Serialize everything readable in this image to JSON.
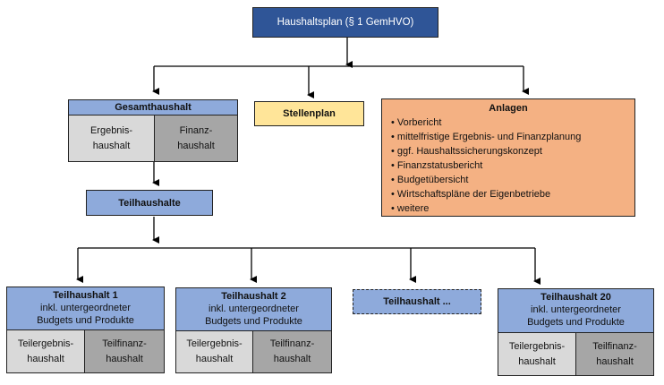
{
  "root": {
    "label": "Haushaltsplan (§ 1 GemHVO)"
  },
  "gesamthaushalt": {
    "title": "Gesamthaushalt",
    "left": "Ergebnis-\nhaushalt",
    "right": "Finanz-\nhaushalt"
  },
  "stellenplan": {
    "label": "Stellenplan"
  },
  "anlagen": {
    "title": "Anlagen",
    "items": [
      "Vorbericht",
      "mittelfristige Ergebnis- und Finanzplanung",
      "ggf. Haushaltssicherungskonzept",
      "Finanzstatusbericht",
      "Budgetübersicht",
      "Wirtschaftspläne der Eigenbetriebe",
      "weitere"
    ]
  },
  "teilhaushalte": {
    "label": "Teilhaushalte"
  },
  "teil": [
    {
      "title": "Teilhaushalt 1",
      "sub1": "inkl. untergeordneter",
      "sub2": "Budgets und Produkte",
      "left": "Teilergebnis-\nhaushalt",
      "right": "Teilfinanz-\nhaushalt"
    },
    {
      "title": "Teilhaushalt 2",
      "sub1": "inkl. untergeordneter",
      "sub2": "Budgets und Produkte",
      "left": "Teilergebnis-\nhaushalt",
      "right": "Teilfinanz-\nhaushalt"
    },
    {
      "title": "Teilhaushalt ..."
    },
    {
      "title": "Teilhaushalt 20",
      "sub1": "inkl. untergeordneter",
      "sub2": "Budgets und Produkte",
      "left": "Teilergebnis-\nhaushalt",
      "right": "Teilfinanz-\nhaushalt"
    }
  ],
  "colors": {
    "root": "#2f5597",
    "blue": "#8eaadb",
    "light": "#d9d9d9",
    "grey": "#a6a6a6",
    "yellow": "#ffe599",
    "orange": "#f4b183"
  }
}
